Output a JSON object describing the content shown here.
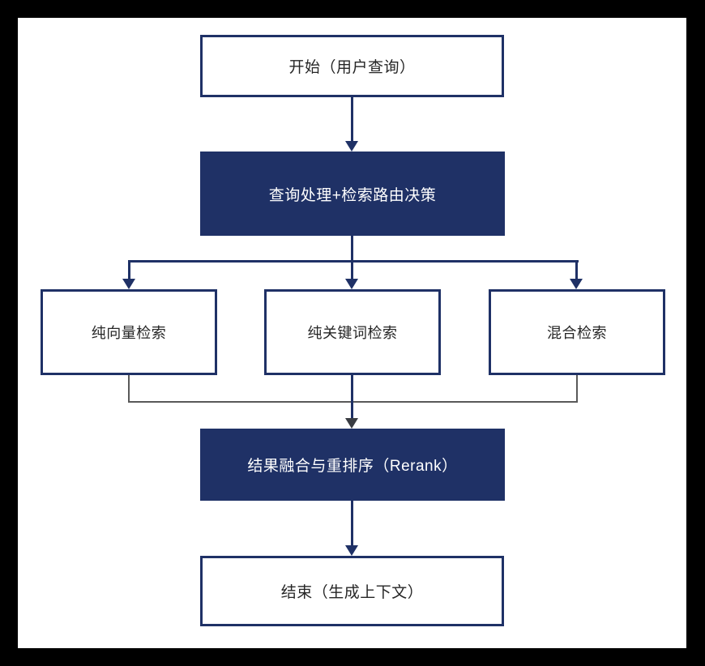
{
  "diagram": {
    "type": "flowchart",
    "colors": {
      "navy": "#1f3166",
      "gray": "#595959",
      "frame": "#000000",
      "box_fill": "#ffffff",
      "text_dark": "#262626",
      "text_light": "#ffffff",
      "merge_arrow": "#393c42"
    },
    "nodes": {
      "start": {
        "label": "开始（用户查询）",
        "kind": "terminal"
      },
      "process": {
        "label": "查询处理+检索路由决策",
        "kind": "process-filled"
      },
      "vector": {
        "label": "纯向量检索",
        "kind": "branch"
      },
      "keyword": {
        "label": "纯关键词检索",
        "kind": "branch"
      },
      "hybrid": {
        "label": "混合检索",
        "kind": "branch"
      },
      "rerank": {
        "label": "结果融合与重排序（Rerank）",
        "kind": "process-filled"
      },
      "end": {
        "label": "结束（生成上下文）",
        "kind": "terminal"
      }
    },
    "edges": [
      {
        "from": "start",
        "to": "process",
        "color": "navy"
      },
      {
        "from": "process",
        "to": "vector",
        "color": "navy"
      },
      {
        "from": "process",
        "to": "keyword",
        "color": "navy"
      },
      {
        "from": "process",
        "to": "hybrid",
        "color": "navy"
      },
      {
        "from": "vector",
        "to": "rerank",
        "color": "gray"
      },
      {
        "from": "keyword",
        "to": "rerank",
        "color": "navy"
      },
      {
        "from": "hybrid",
        "to": "rerank",
        "color": "gray"
      },
      {
        "from": "rerank",
        "to": "end",
        "color": "navy"
      }
    ]
  }
}
